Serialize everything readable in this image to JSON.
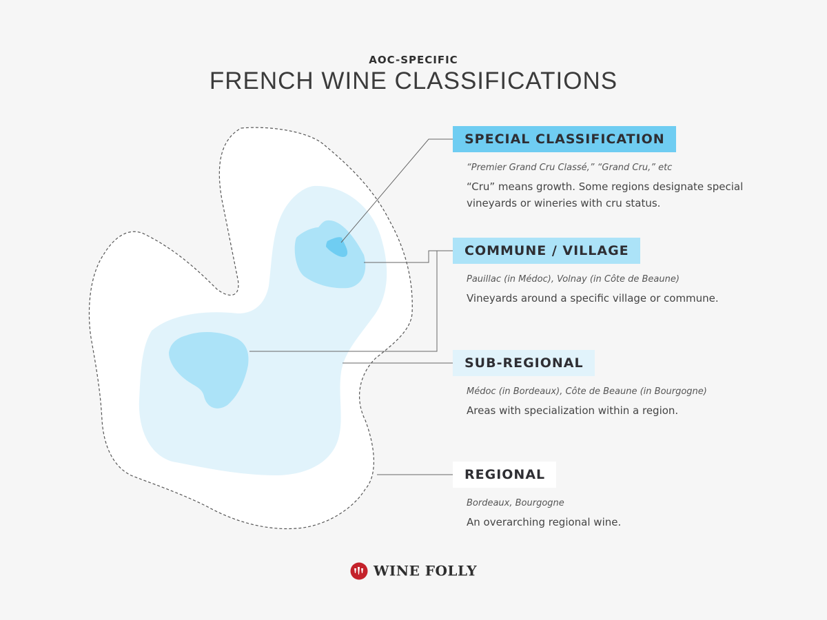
{
  "header": {
    "kicker": "AOC-SPECIFIC",
    "title": "FRENCH WINE CLASSIFICATIONS"
  },
  "tiers": [
    {
      "label": "SPECIAL CLASSIFICATION",
      "examples": "“Premier Grand Cru Classé,” “Grand Cru,” etc",
      "description": "“Cru” means growth. Some regions designate special vineyards or wineries with cru status.",
      "color": "#6fcdf2"
    },
    {
      "label": "COMMUNE / VILLAGE",
      "examples": "Pauillac (in Médoc), Volnay (in Côte de Beaune)",
      "description": "Vineyards around a specific village or commune.",
      "color": "#ace3f8"
    },
    {
      "label": "SUB-REGIONAL",
      "examples": "Médoc (in Bordeaux), Côte de Beaune (in Bourgogne)",
      "description": "Areas with specialization within a region.",
      "color": "#e1f3fb"
    },
    {
      "label": "REGIONAL",
      "examples": "Bordeaux, Bourgogne",
      "description": "An overarching regional wine.",
      "color": "#ffffff"
    }
  ],
  "brand": {
    "name": "WINE FOLLY",
    "logo_icon": "wine-folly-logo-icon",
    "logo_color": "#c4222b"
  }
}
